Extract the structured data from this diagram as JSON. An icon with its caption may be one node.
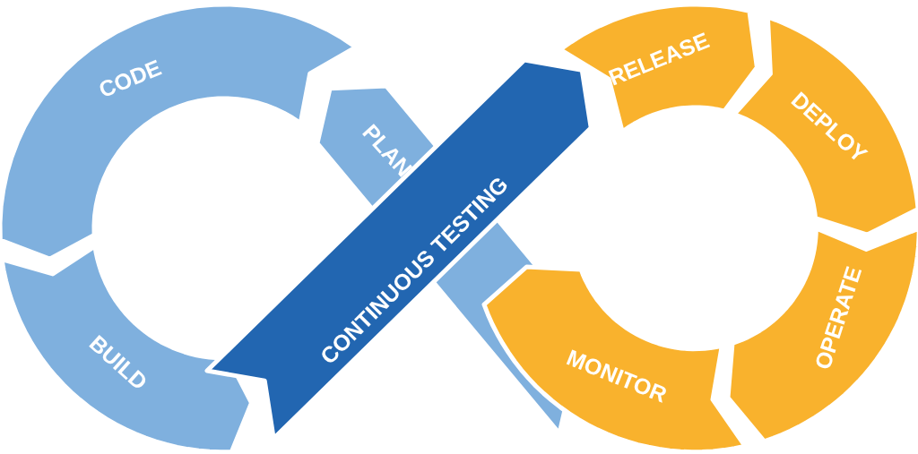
{
  "diagram": {
    "nodes": [
      {
        "text": [
          "PLAN"
        ]
      },
      {
        "text": [
          "CODE"
        ]
      },
      {
        "text": [
          "BUILD"
        ]
      },
      {
        "text": [
          "CONTINUOUS TESTING"
        ]
      },
      {
        "text": [
          "RELEASE"
        ]
      },
      {
        "text": [
          "DEPLOY"
        ]
      },
      {
        "text": [
          "OPERATE"
        ]
      },
      {
        "text": [
          "MONITOR"
        ]
      }
    ]
  }
}
